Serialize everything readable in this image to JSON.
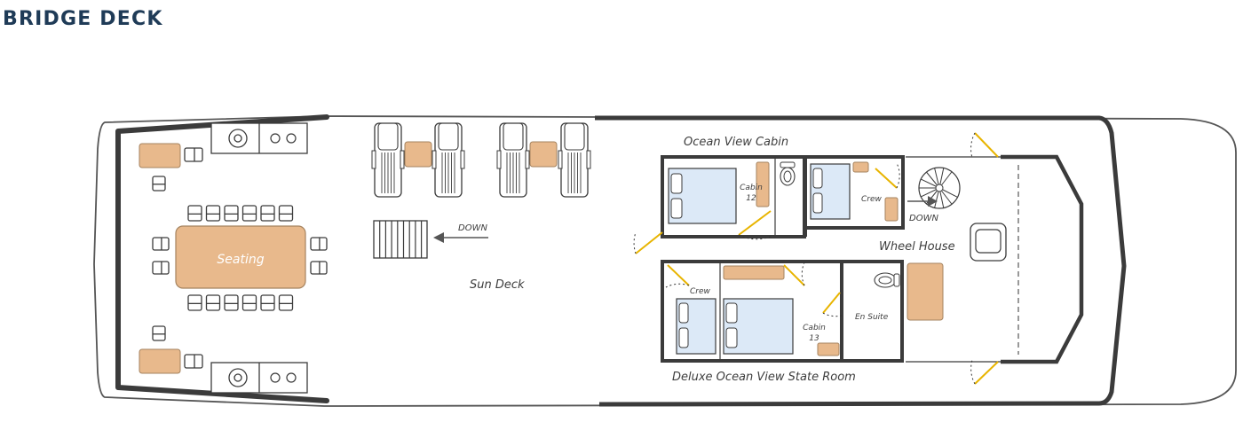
{
  "title": "BRIDGE DECK",
  "colors": {
    "title": "#1f3b57",
    "furniture": "#e8b98c",
    "bed": "#dce9f7",
    "wall": "#3b3b3b",
    "door_swing": "#e8b400",
    "hull": "#555555"
  },
  "labels": {
    "seating": "Seating",
    "sun_deck": "Sun Deck",
    "down_aft": "DOWN",
    "down_stairs": "DOWN",
    "ocean_view_cabin": "Ocean View Cabin",
    "cabin12_line1": "Cabin",
    "cabin12_line2": "12",
    "crew_upper": "Crew",
    "wheel_house": "Wheel House",
    "crew_lower": "Crew",
    "cabin13_line1": "Cabin",
    "cabin13_line2": "13",
    "en_suite": "En Suite",
    "deluxe_state_room": "Deluxe Ocean View State Room"
  },
  "icons": [
    "lounge-chair-icon",
    "side-table-icon",
    "stairs-icon",
    "spiral-staircase-icon",
    "helm-chair-icon",
    "toilet-icon",
    "stove-icon",
    "bed-icon",
    "door-icon",
    "arrow-left-icon"
  ]
}
